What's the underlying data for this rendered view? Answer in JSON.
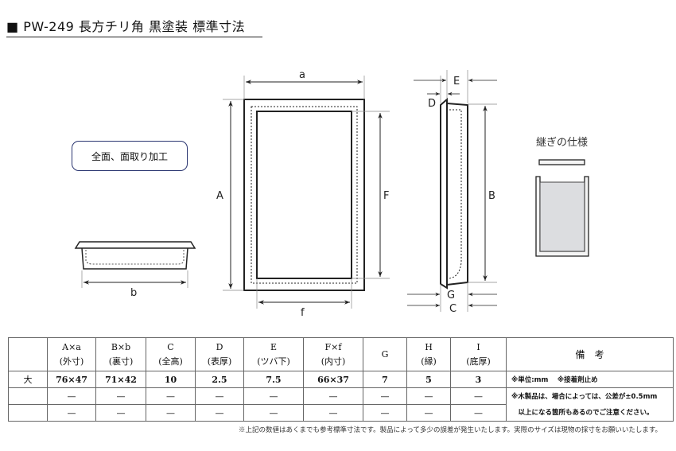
{
  "title": "■ PW-249 長方チリ角 黒塗装 標準寸法",
  "finish_label": "全面、面取り加工",
  "joint_label": "継ぎの仕様",
  "dimension_labels": {
    "a": "a",
    "A": "A",
    "F": "F",
    "f": "f",
    "b": "b",
    "B": "B",
    "E": "E",
    "D": "D",
    "G": "G",
    "C": "C"
  },
  "table": {
    "headers": [
      {
        "top": "",
        "sub": ""
      },
      {
        "top": "A×a",
        "sub": "(外寸)"
      },
      {
        "top": "B×b",
        "sub": "(裏寸)"
      },
      {
        "top": "C",
        "sub": "(全高)"
      },
      {
        "top": "D",
        "sub": "(表厚)"
      },
      {
        "top": "E",
        "sub": "(ツバ下)"
      },
      {
        "top": "F×f",
        "sub": "(内寸)"
      },
      {
        "top": "G",
        "sub": ""
      },
      {
        "top": "H",
        "sub": "(縁)"
      },
      {
        "top": "I",
        "sub": "(底厚)"
      },
      {
        "top": "備　考",
        "sub": ""
      }
    ],
    "rows": [
      [
        "大",
        "76×47",
        "71×42",
        "10",
        "2.5",
        "7.5",
        "66×37",
        "7",
        "5",
        "3"
      ],
      [
        "",
        "—",
        "—",
        "—",
        "—",
        "—",
        "—",
        "—",
        "—",
        "—"
      ],
      [
        "",
        "—",
        "—",
        "—",
        "—",
        "—",
        "—",
        "—",
        "—",
        "—"
      ]
    ],
    "notes": [
      "※単位:mm　 ※接着剤止め",
      "※木製品は、場合によっては、公差が±0.5mm",
      "　以上になる箇所もあるのでご注意ください。"
    ]
  },
  "footnote": "※上記の数値はあくまでも参考標準寸法です。製品によって多少の誤差が発生いたします。実際のサイズは現物の採寸をお願いいたします。"
}
